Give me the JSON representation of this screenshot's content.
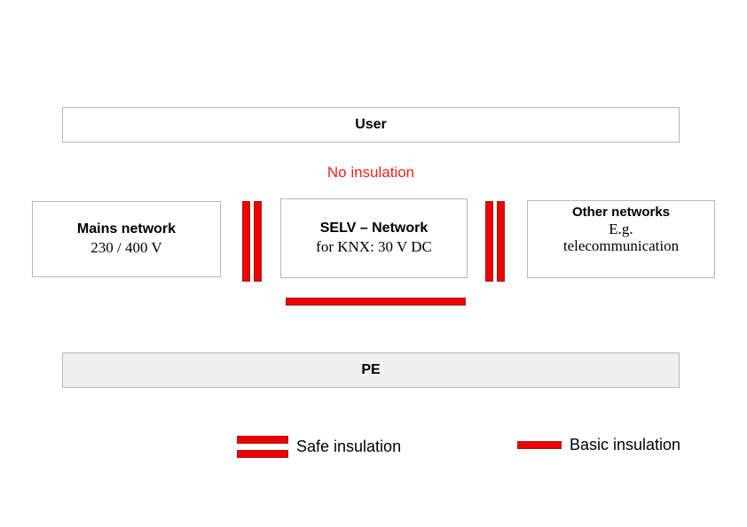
{
  "diagram": {
    "title_box": {
      "label": "User"
    },
    "no_insulation_label": "No insulation",
    "networks": [
      {
        "name": "mains-network",
        "title": "Mains network",
        "subtitle": "230 / 400 V"
      },
      {
        "name": "selv-network",
        "title": "SELV – Network",
        "subtitle": "for KNX: 30 V DC"
      },
      {
        "name": "other-networks",
        "title": "Other networks",
        "subtitle_line1": "E.g.",
        "subtitle_line2": "telecommunication"
      }
    ],
    "ground_box": {
      "label": "PE"
    },
    "legend": [
      {
        "name": "safe-insulation",
        "label": "Safe insulation",
        "marker": "double-red-bar"
      },
      {
        "name": "basic-insulation",
        "label": "Basic insulation",
        "marker": "single-red-bar"
      }
    ],
    "colors": {
      "insulation_red": "#f00000",
      "insulation_red_border": "#9b2019",
      "no_insulation_text": "#e8251f",
      "box_border": "#b7b7b7",
      "pe_fill": "#f0f0f0"
    }
  }
}
